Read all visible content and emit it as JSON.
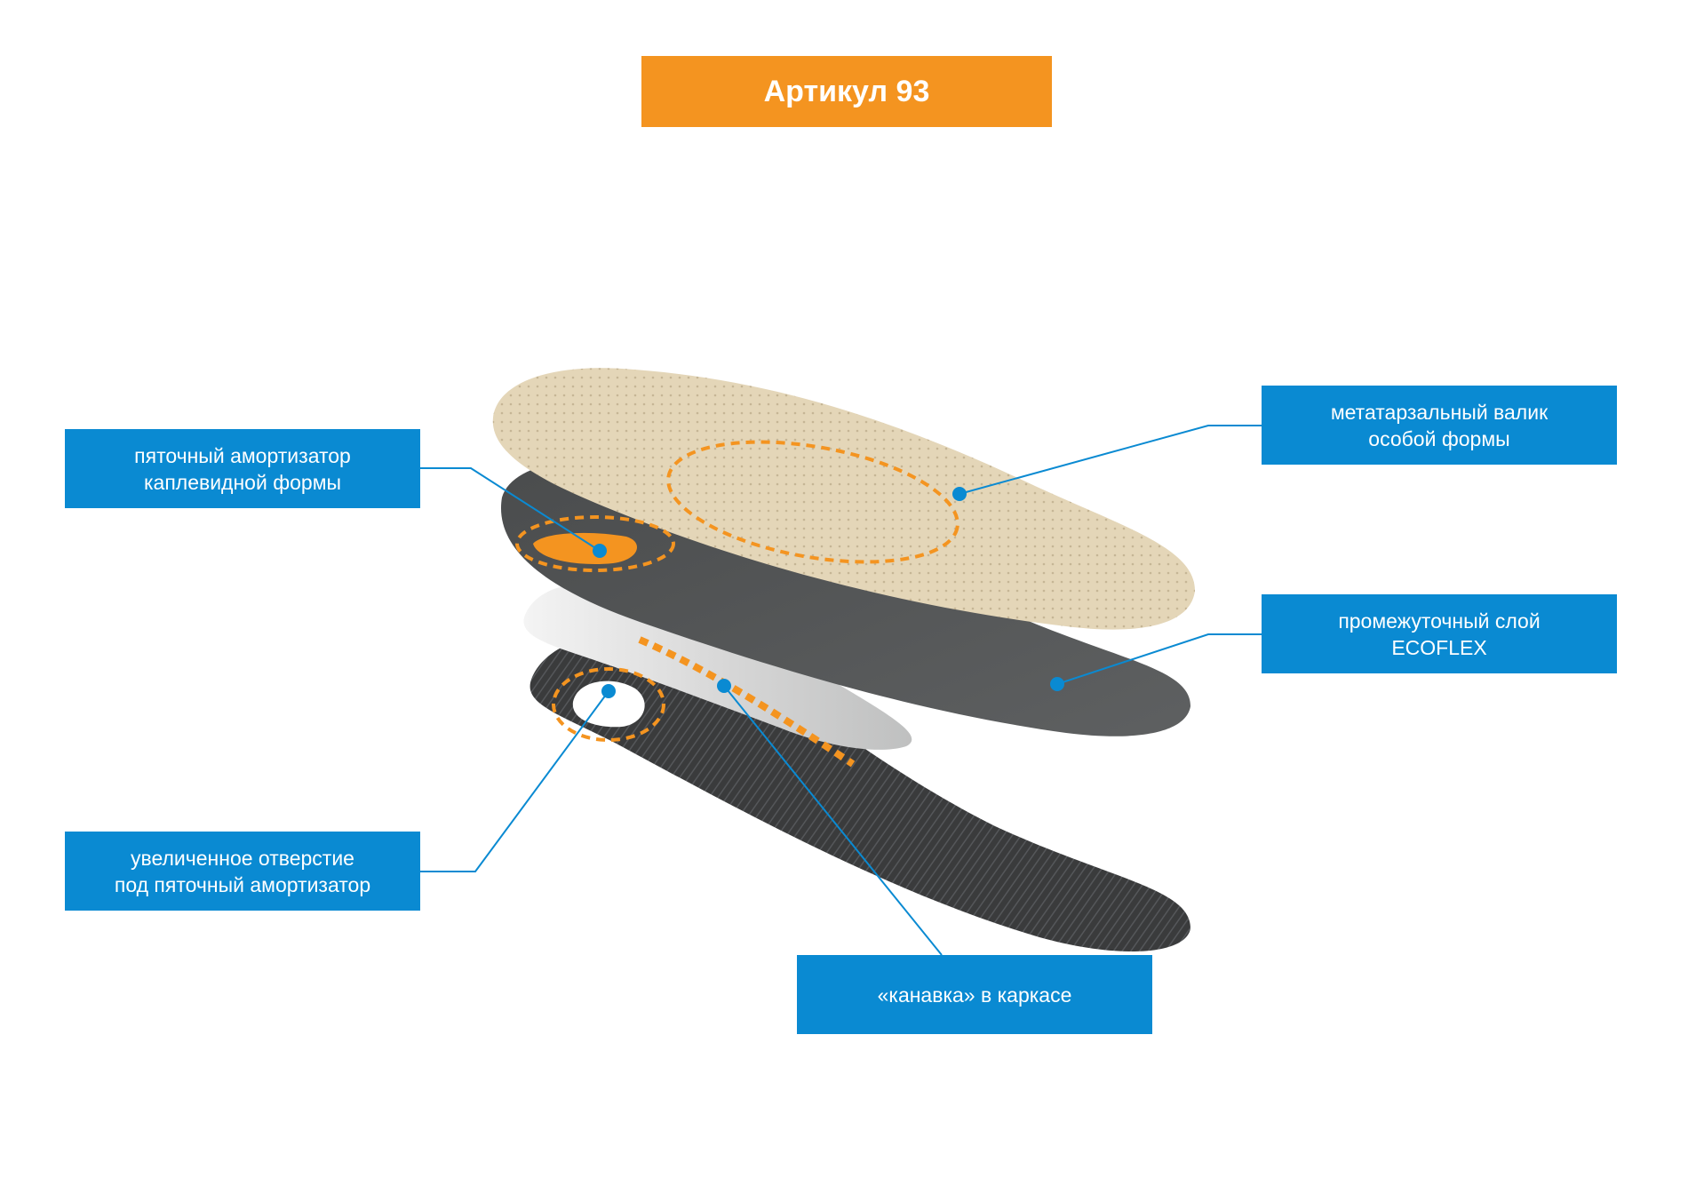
{
  "title": "Артикул 93",
  "colors": {
    "title_bg": "#f49420",
    "label_bg": "#0a8ad2",
    "leader_line": "#0a8ad2",
    "highlight_dash": "#f49420"
  },
  "labels": {
    "heel_absorber": {
      "line1": "пяточный амортизатор",
      "line2": "каплевидной формы"
    },
    "enlarged_hole": {
      "line1": "увеличенное отверстие",
      "line2": "под пяточный амортизатор"
    },
    "metatarsal": {
      "line1": "метатарзальный валик",
      "line2": "особой формы"
    },
    "ecoflex": {
      "line1": "промежуточный слой",
      "line2": "ECOFLEX"
    },
    "groove": {
      "line1": "«канавка» в каркасе"
    }
  }
}
